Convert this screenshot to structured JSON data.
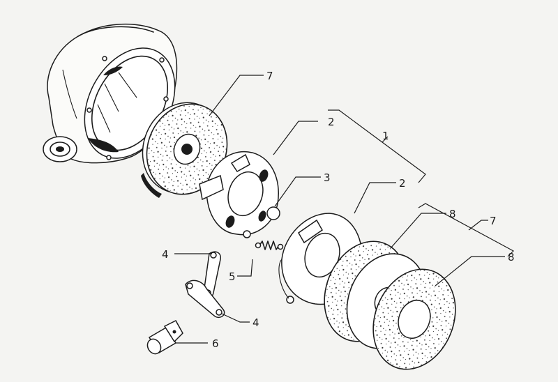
{
  "callouts": {
    "brake_assembly": "1",
    "actuator_plate_upper": "2",
    "actuator_plate_lower": "2",
    "steel_ball": "3",
    "link_upper": "4",
    "link_lower": "4",
    "return_spring": "5",
    "clevis": "6",
    "lining_disc_single": "7",
    "lining_disc_pair": "7",
    "lining_disc_pair_front": "8",
    "lining_disc_pair_rear": "8"
  }
}
